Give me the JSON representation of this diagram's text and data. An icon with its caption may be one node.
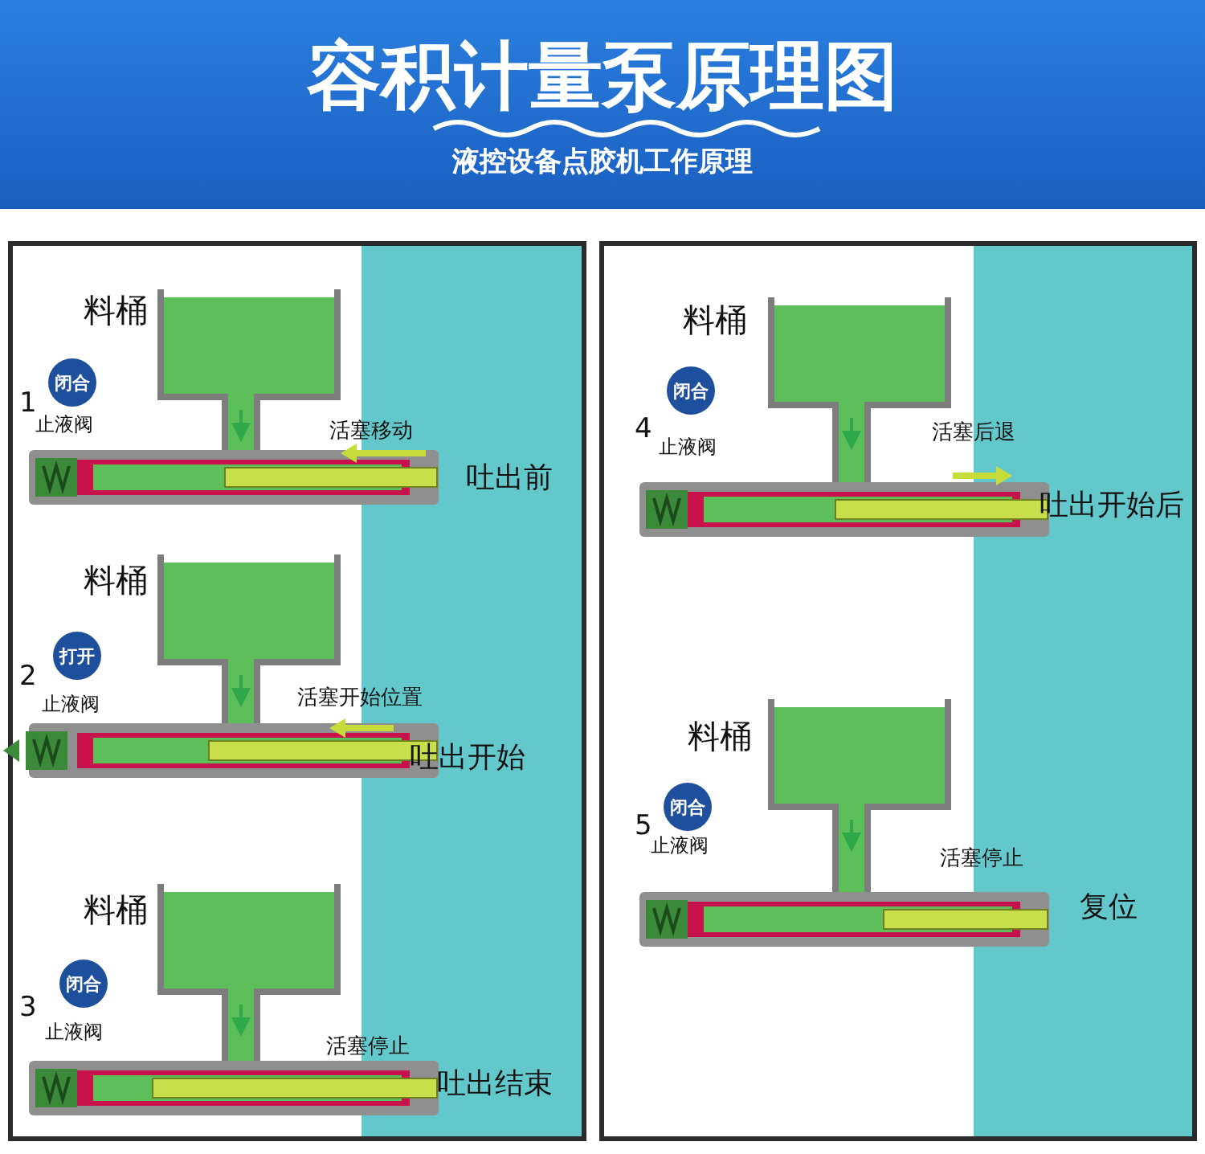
{
  "diagram": {
    "title": "容积计量泵原理图",
    "caption": "液控设备点胶机工作原理",
    "nodes": [
      {
        "text": [
          "闭合"
        ]
      },
      {
        "text": [
          "打开"
        ]
      },
      {
        "text": [
          "闭合"
        ]
      },
      {
        "text": [
          "闭合"
        ]
      },
      {
        "text": [
          "闭合"
        ]
      }
    ],
    "labels": [
      "料桶",
      "1",
      "止液阀",
      "活塞移动",
      "吐出前",
      "料桶",
      "2",
      "止液阀",
      "活塞开始位置",
      "吐出开始",
      "料桶",
      "3",
      "止液阀",
      "活塞停止",
      "吐出结束",
      "料桶",
      "4",
      "止液阀",
      "活塞后退",
      "吐出开始后",
      "料桶",
      "5",
      "止液阀",
      "活塞停止",
      "复位"
    ]
  }
}
